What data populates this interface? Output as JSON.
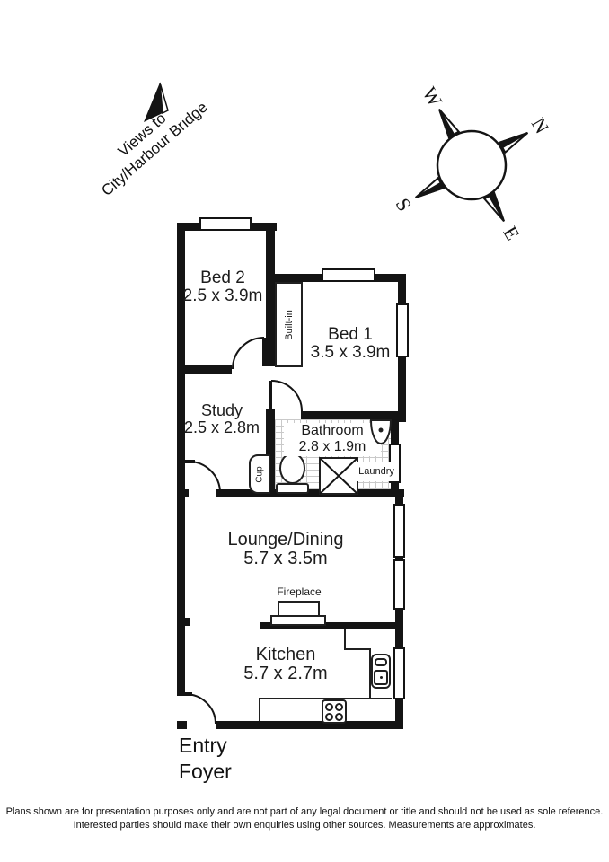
{
  "views_note": {
    "line1": "Views to",
    "line2": "City/Harbour Bridge"
  },
  "compass": {
    "north": "N",
    "east": "E",
    "south": "S",
    "west": "W"
  },
  "rooms": {
    "bed2": {
      "name": "Bed 2",
      "dims": "2.5 x 3.9m"
    },
    "bed1": {
      "name": "Bed 1",
      "dims": "3.5 x 3.9m"
    },
    "study": {
      "name": "Study",
      "dims": "2.5 x 2.8m"
    },
    "bathroom": {
      "name": "Bathroom",
      "dims": "2.8 x 1.9m"
    },
    "lounge": {
      "name": "Lounge/Dining",
      "dims": "5.7 x 3.5m"
    },
    "kitchen": {
      "name": "Kitchen",
      "dims": "5.7 x 2.7m"
    }
  },
  "features": {
    "built_in": "Built-in",
    "cupboard": "Cup",
    "laundry": "Laundry",
    "fireplace": "Fireplace",
    "entry": "Entry",
    "foyer": "Foyer"
  },
  "disclaimer": {
    "line1": "Plans shown are for presentation purposes only and are not part of any legal document or title and should not be used as sole reference.",
    "line2": "Interested parties should make their own enquiries using other sources. Measurements are approximates."
  },
  "colors": {
    "wall": "#141414",
    "line": "#202020",
    "tile_line": "#c9c9c9",
    "background": "#ffffff"
  }
}
